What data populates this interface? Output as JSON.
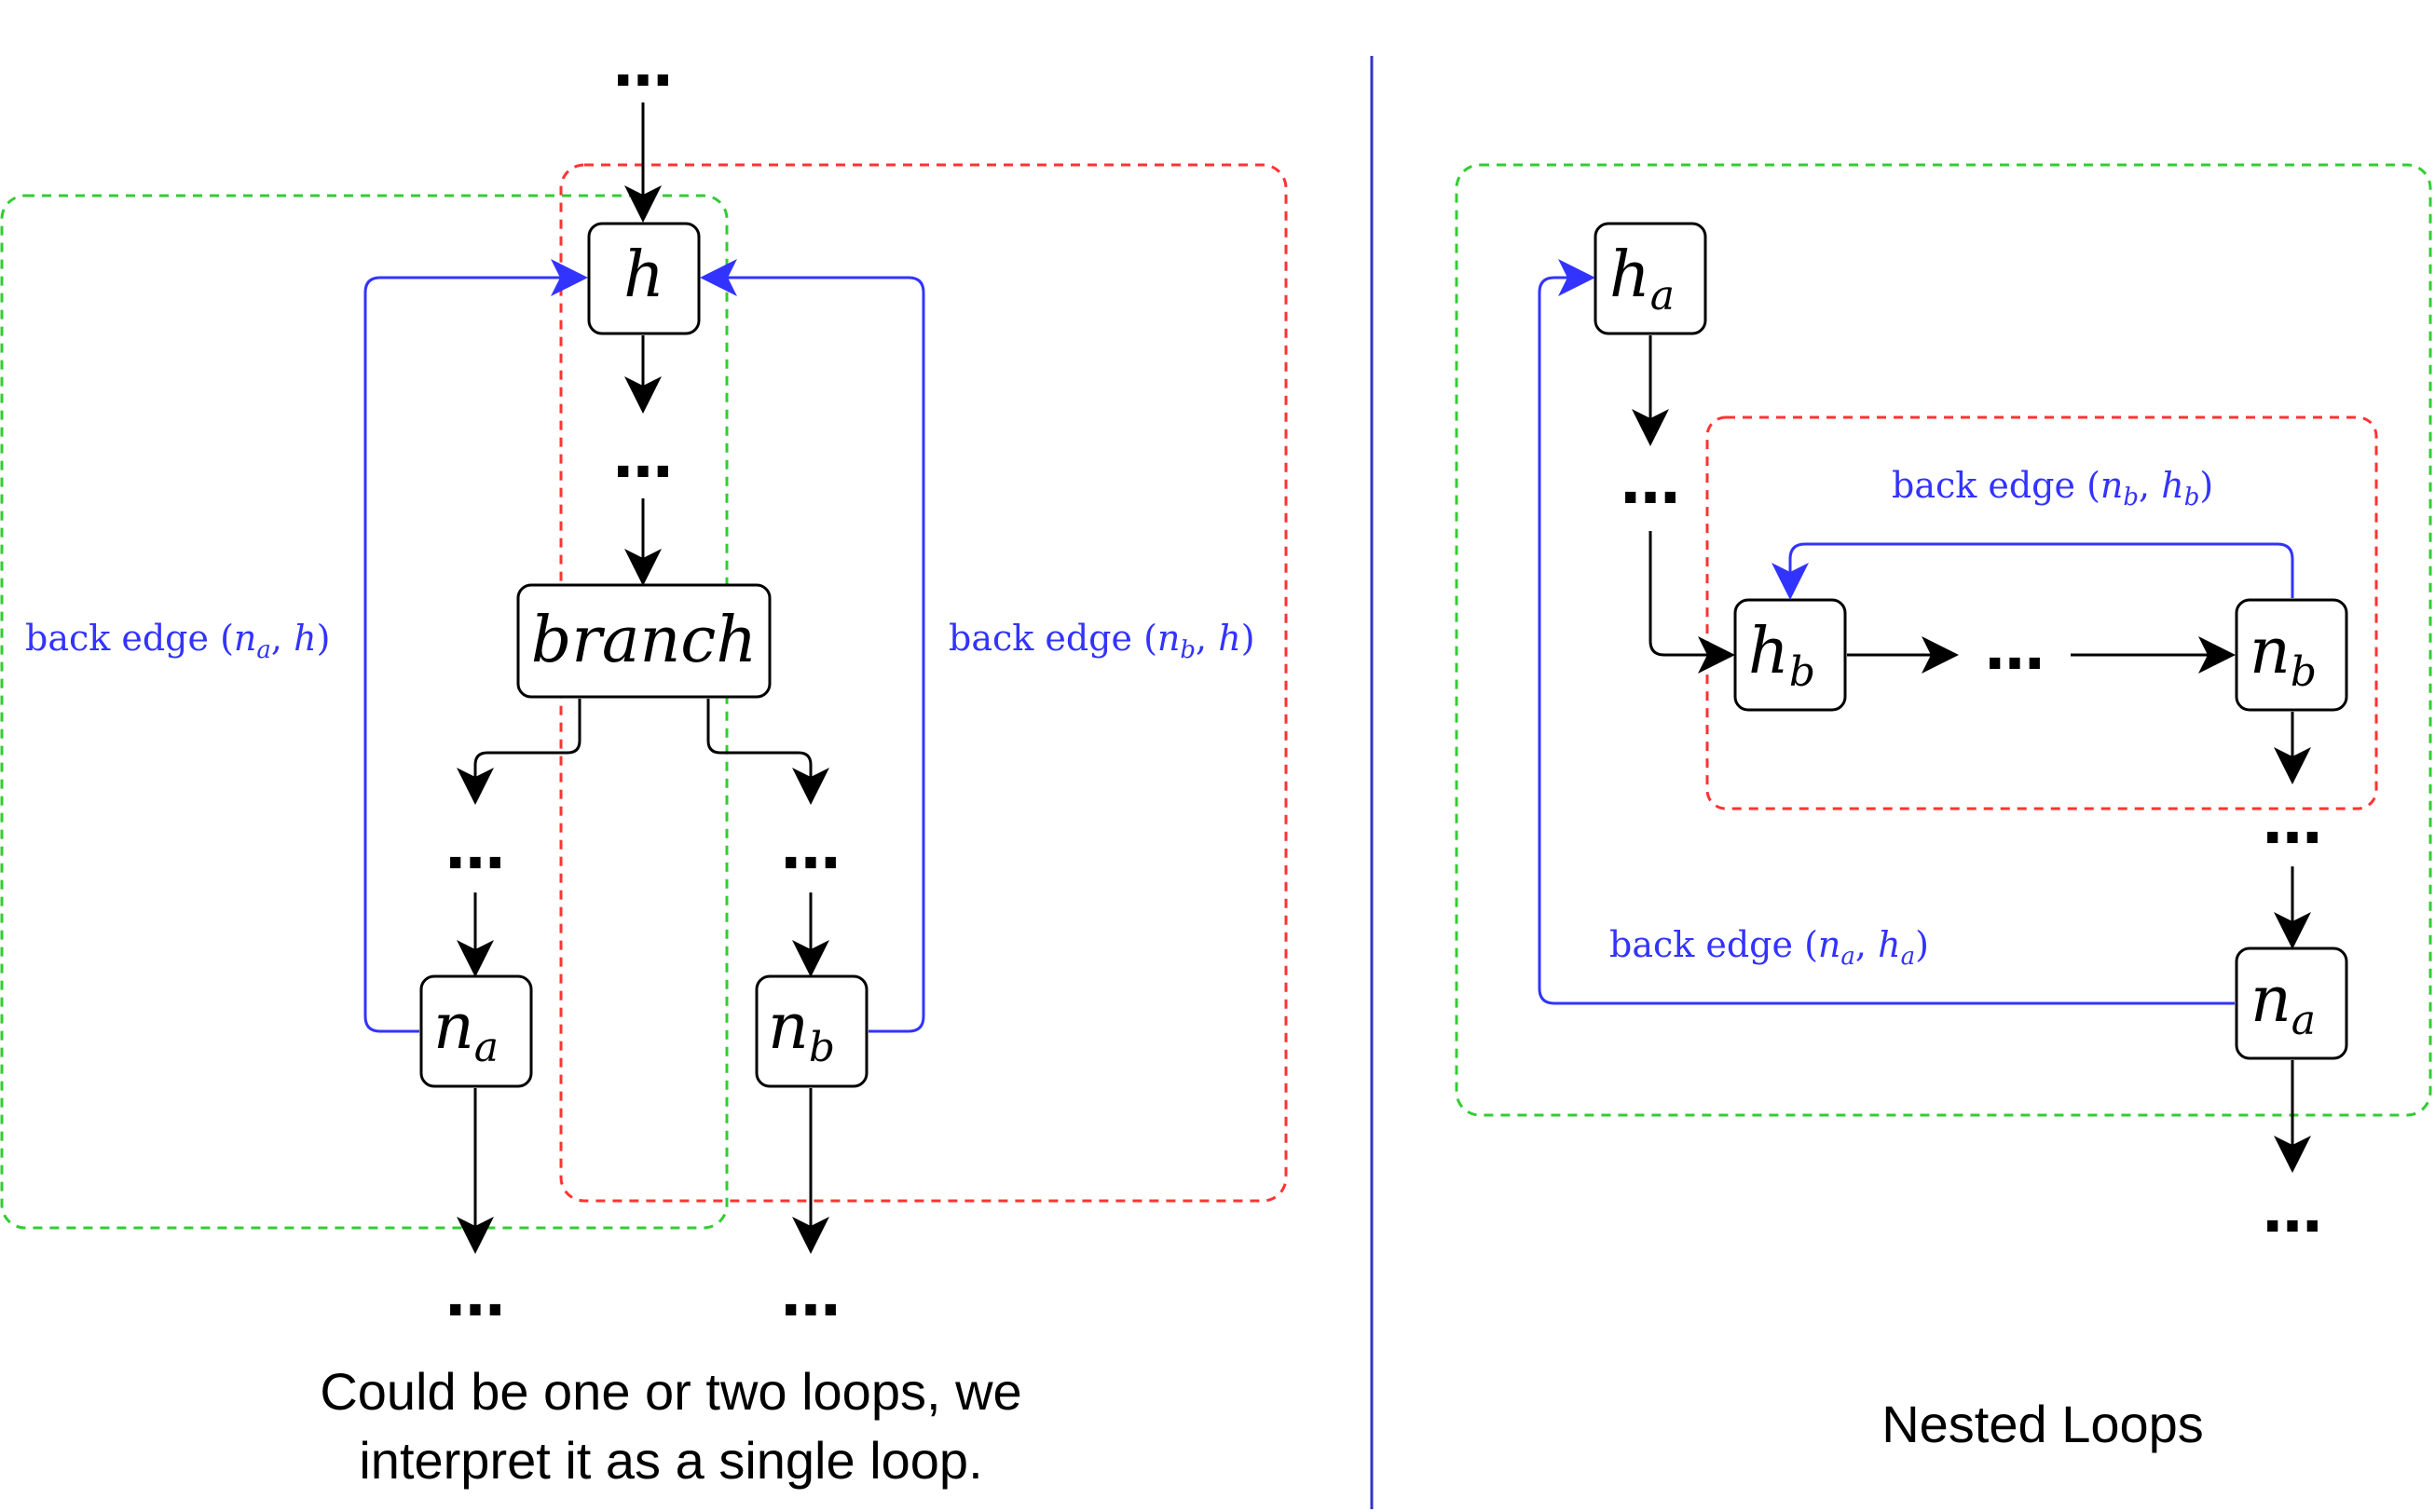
{
  "colors": {
    "edge": "#000000",
    "back_edge": "#3333ff",
    "loop_a": "#33cc33",
    "loop_b": "#ff3333",
    "divider": "#3333cc"
  },
  "left": {
    "nodes": {
      "h": "h",
      "branch": "branch",
      "na_main": "n",
      "na_sub": "a",
      "nb_main": "n",
      "nb_sub": "b"
    },
    "labels": {
      "back_edge_a": {
        "prefix": "back edge (",
        "n": "n",
        "n_sub": "a",
        "sep": ", ",
        "h": "h",
        "h_sub": "",
        "suffix": ")"
      },
      "back_edge_b": {
        "prefix": "back edge (",
        "n": "n",
        "n_sub": "b",
        "sep": ", ",
        "h": "h",
        "h_sub": "",
        "suffix": ")"
      }
    },
    "ellipsis": "…",
    "caption_line1": "Could be one or two loops, we",
    "caption_line2": "interpret it as a single loop."
  },
  "right": {
    "nodes": {
      "ha_main": "h",
      "ha_sub": "a",
      "hb_main": "h",
      "hb_sub": "b",
      "nb_main": "n",
      "nb_sub": "b",
      "na_main": "n",
      "na_sub": "a"
    },
    "labels": {
      "back_edge_b": {
        "prefix": "back edge (",
        "n": "n",
        "n_sub": "b",
        "sep": ", ",
        "h": "h",
        "h_sub": "b",
        "suffix": ")"
      },
      "back_edge_a": {
        "prefix": "back edge (",
        "n": "n",
        "n_sub": "a",
        "sep": ", ",
        "h": "h",
        "h_sub": "a",
        "suffix": ")"
      }
    },
    "ellipsis": "…",
    "caption": "Nested Loops"
  }
}
